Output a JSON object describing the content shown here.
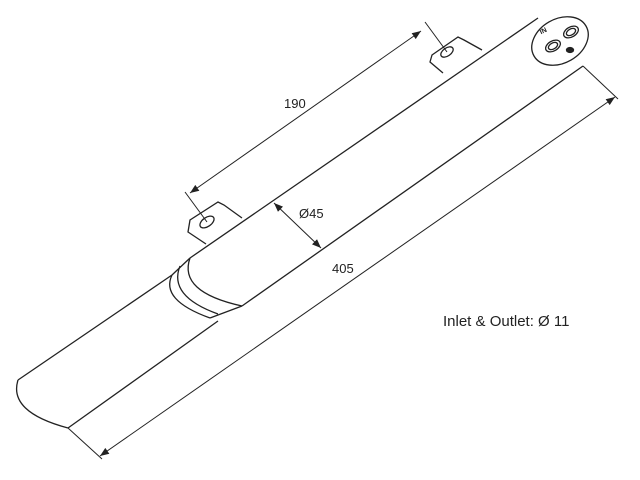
{
  "dimensions": {
    "length_spacing": "190",
    "diameter": "Ø45",
    "total_length": "405"
  },
  "note": "Inlet & Outlet: Ø 11",
  "port_label": "IN",
  "colors": {
    "line": "#222222",
    "background": "#ffffff"
  }
}
